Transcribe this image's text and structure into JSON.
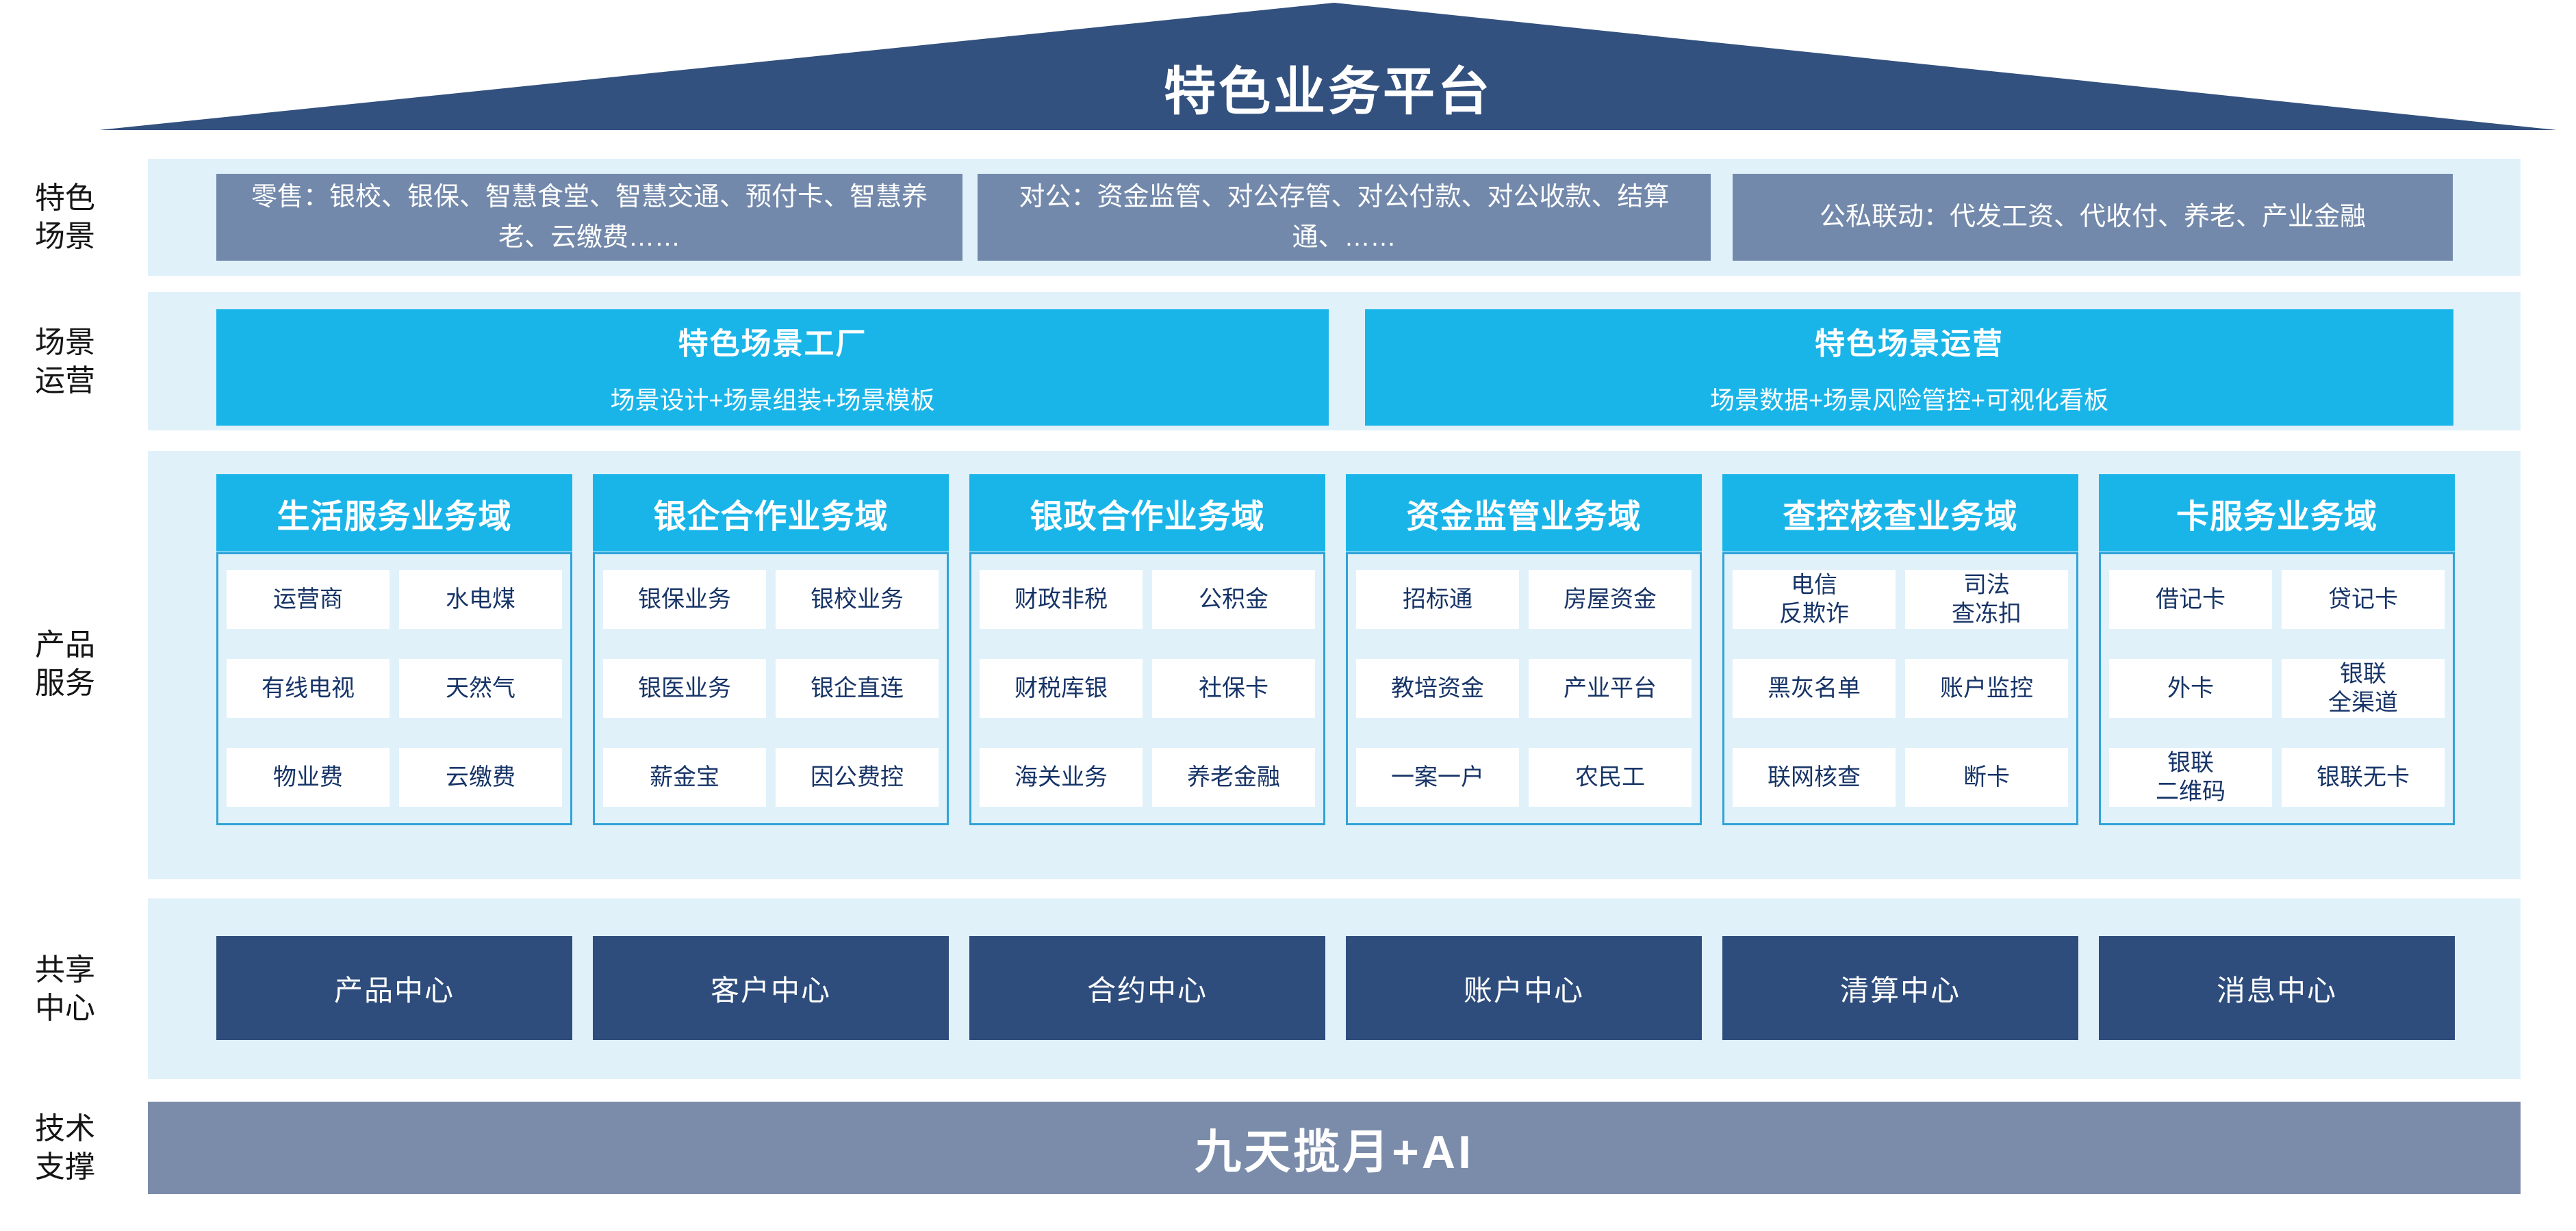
{
  "roof": {
    "title": "特色业务平台"
  },
  "side_labels": [
    "特色\n场景",
    "场景\n运营",
    "产品\n服务",
    "共享\n中心",
    "技术\n支撑"
  ],
  "scenes_row": {
    "boxes": [
      "零售：银校、银保、智慧食堂、智慧交通、预付卡、智慧养老、云缴费……",
      "对公：资金监管、对公存管、对公付款、对公收款、结算通、……",
      "公私联动：代发工资、代收付、养老、产业金融"
    ]
  },
  "operation_row": {
    "boxes": [
      {
        "title": "特色场景工厂",
        "subtitle": "场景设计+场景组装+场景模板"
      },
      {
        "title": "特色场景运营",
        "subtitle": "场景数据+场景风险管控+可视化看板"
      }
    ]
  },
  "product_row": {
    "columns": [
      {
        "header": "生活服务业务域",
        "cells": [
          "运营商",
          "水电煤",
          "有线电视",
          "天然气",
          "物业费",
          "云缴费"
        ]
      },
      {
        "header": "银企合作业务域",
        "cells": [
          "银保业务",
          "银校业务",
          "银医业务",
          "银企直连",
          "薪金宝",
          "因公费控"
        ]
      },
      {
        "header": "银政合作业务域",
        "cells": [
          "财政非税",
          "公积金",
          "财税库银",
          "社保卡",
          "海关业务",
          "养老金融"
        ]
      },
      {
        "header": "资金监管业务域",
        "cells": [
          "招标通",
          "房屋资金",
          "教培资金",
          "产业平台",
          "一案一户",
          "农民工"
        ]
      },
      {
        "header": "查控核查业务域",
        "cells": [
          "电信\n反欺诈",
          "司法\n查冻扣",
          "黑灰名单",
          "账户监控",
          "联网核查",
          "断卡"
        ]
      },
      {
        "header": "卡服务业务域",
        "cells": [
          "借记卡",
          "贷记卡",
          "外卡",
          "银联\n全渠道",
          "银联\n二维码",
          "银联无卡"
        ]
      }
    ]
  },
  "share_row": {
    "boxes": [
      "产品中心",
      "客户中心",
      "合约中心",
      "账户中心",
      "清算中心",
      "消息中心"
    ]
  },
  "tech_row": {
    "label": "九天揽月+AI"
  },
  "colors": {
    "navy": "#33517f",
    "gray-box": "#7389ab",
    "cyan": "#19b5e9",
    "band": "#e0f1fa",
    "cell-border": "#30a3d8",
    "cell-text": "#173467",
    "share-navy": "#2e4d7d",
    "tech-gray": "#7b8caa"
  }
}
